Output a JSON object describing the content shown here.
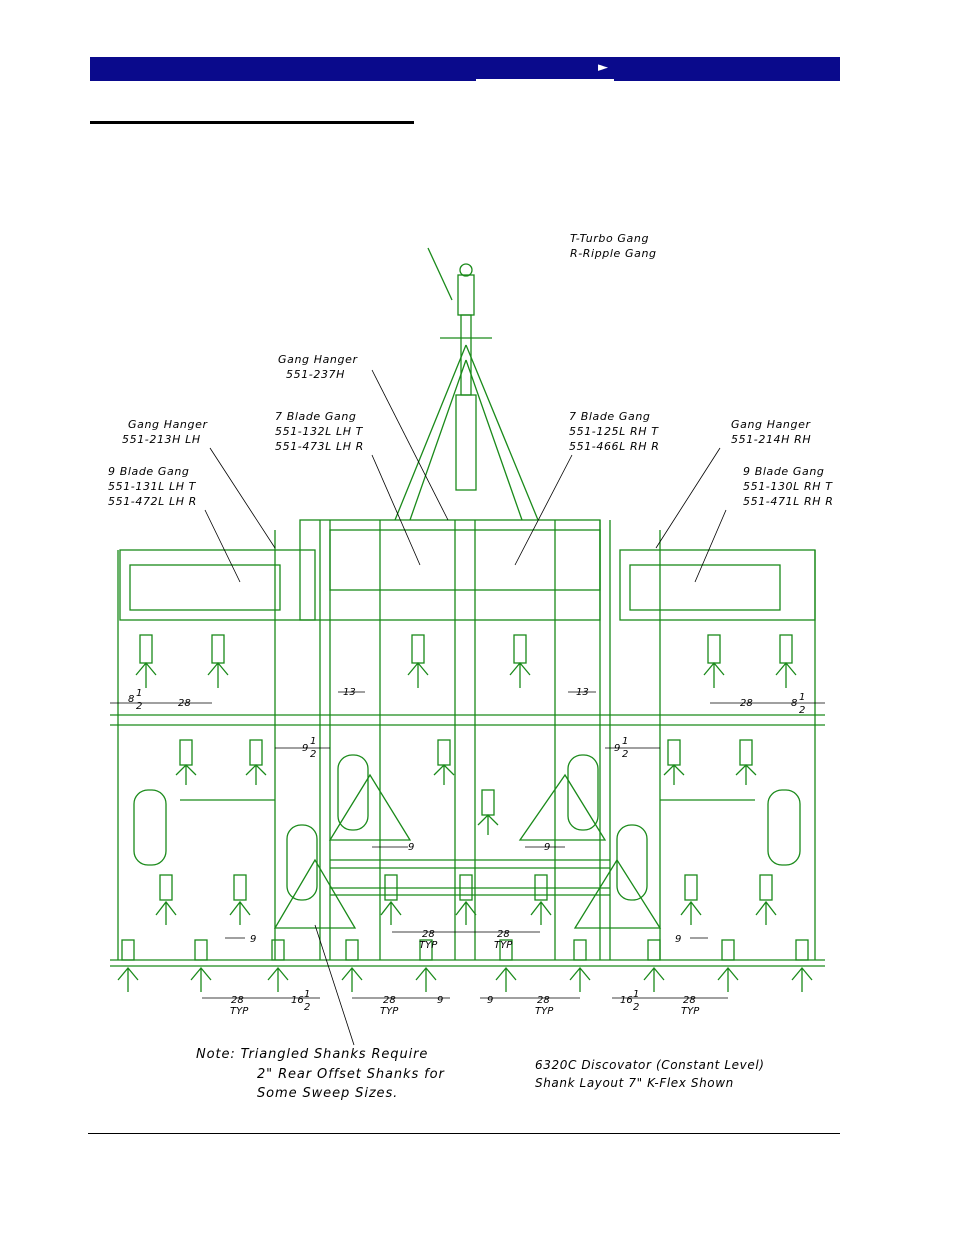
{
  "header": {
    "nav_arrow": "►"
  },
  "diagram": {
    "legend": {
      "turbo": "T-Turbo Gang",
      "ripple": "R-Ripple Gang"
    },
    "callouts": {
      "gang_hanger_center": {
        "title": "Gang Hanger",
        "part": "551-237H"
      },
      "gang_hanger_lh": {
        "title": "Gang Hanger",
        "part": "551-213H LH"
      },
      "gang_hanger_rh": {
        "title": "Gang Hanger",
        "part": "551-214H RH"
      },
      "blade7_lh": {
        "title": "7 Blade Gang",
        "line1": "551-132L LH T",
        "line2": "551-473L LH R"
      },
      "blade7_rh": {
        "title": "7 Blade Gang",
        "line1": "551-125L RH T",
        "line2": "551-466L RH R"
      },
      "blade9_lh": {
        "title": "9 Blade Gang",
        "line1": "551-131L LH T",
        "line2": "551-472L LH R"
      },
      "blade9_rh": {
        "title": "9 Blade Gang",
        "line1": "551-130L RH T",
        "line2": "551-471L RH R"
      }
    },
    "dimensions": {
      "d28": "28",
      "d13": "13",
      "d9": "9",
      "typ": "TYP",
      "d8": "8",
      "d9b": "9",
      "d16": "16",
      "half": "1",
      "two": "2"
    },
    "note": {
      "line1": "Note:  Triangled Shanks Require",
      "line2": "2\" Rear Offset Shanks for",
      "line3": "Some Sweep Sizes."
    },
    "caption": {
      "line1": "6320C Discovator (Constant Level)",
      "line2": "Shank Layout 7\"  K-Flex Shown"
    }
  }
}
